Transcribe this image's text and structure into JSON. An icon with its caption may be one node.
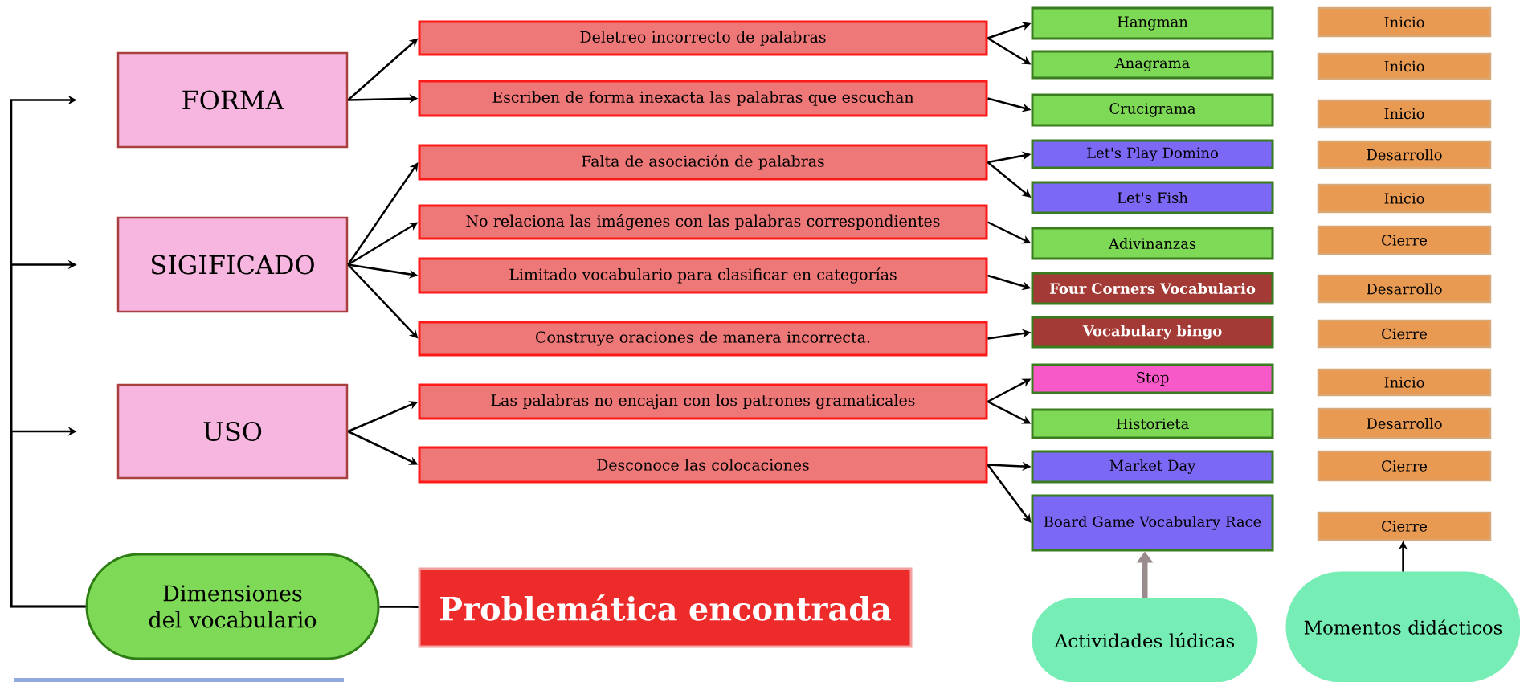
{
  "diagram": {
    "nodes": [
      {
        "text": [
          "FORMA"
        ]
      },
      {
        "text": [
          "SIGIFICADO"
        ]
      },
      {
        "text": [
          "USO"
        ]
      },
      {
        "text": [
          "Dimensiones del vocabulario"
        ]
      },
      {
        "text": [
          "Deletreo incorrecto de palabras"
        ]
      },
      {
        "text": [
          "Escriben de forma inexacta las palabras que escuchan"
        ]
      },
      {
        "text": [
          "Falta de asociación de palabras"
        ]
      },
      {
        "text": [
          "No relaciona las imágenes con las palabras correspondientes"
        ]
      },
      {
        "text": [
          "Limitado vocabulario para clasificar en categorías"
        ]
      },
      {
        "text": [
          "Construye oraciones de manera incorrecta."
        ]
      },
      {
        "text": [
          "Las palabras no encajan con los patrones gramaticales"
        ]
      },
      {
        "text": [
          "Desconoce las colocaciones"
        ]
      },
      {
        "text": [
          "Problemática encontrada"
        ]
      },
      {
        "text": [
          "Hangman"
        ]
      },
      {
        "text": [
          "Anagrama"
        ]
      },
      {
        "text": [
          "Crucigrama"
        ]
      },
      {
        "text": [
          "Let's Play Domino"
        ]
      },
      {
        "text": [
          "Let's Fish"
        ]
      },
      {
        "text": [
          "Adivinanzas"
        ]
      },
      {
        "text": [
          "Four Corners Vocabulario"
        ]
      },
      {
        "text": [
          "Vocabulary bingo"
        ]
      },
      {
        "text": [
          "Stop"
        ]
      },
      {
        "text": [
          "Historieta"
        ]
      },
      {
        "text": [
          "Market Day"
        ]
      },
      {
        "text": [
          "Board Game Vocabulary Race"
        ]
      },
      {
        "text": [
          "Inicio"
        ]
      },
      {
        "text": [
          "Inicio"
        ]
      },
      {
        "text": [
          "Inicio"
        ]
      },
      {
        "text": [
          "Desarrollo"
        ]
      },
      {
        "text": [
          "Inicio"
        ]
      },
      {
        "text": [
          "Cierre"
        ]
      },
      {
        "text": [
          "Desarrollo"
        ]
      },
      {
        "text": [
          "Cierre"
        ]
      },
      {
        "text": [
          "Inicio"
        ]
      },
      {
        "text": [
          "Desarrollo"
        ]
      },
      {
        "text": [
          "Cierre"
        ]
      },
      {
        "text": [
          "Cierre"
        ]
      },
      {
        "text": [
          "Actividades lúdicas"
        ]
      },
      {
        "text": [
          "Momentos didácticos"
        ]
      }
    ],
    "edges": [
      {
        "from": 3,
        "to": 0,
        "arrow": "to"
      },
      {
        "from": 3,
        "to": 1,
        "arrow": "to"
      },
      {
        "from": 3,
        "to": 2,
        "arrow": "to"
      },
      {
        "from": 3,
        "to": 12,
        "arrow": "none"
      },
      {
        "from": 0,
        "to": 4,
        "arrow": "to"
      },
      {
        "from": 0,
        "to": 5,
        "arrow": "to"
      },
      {
        "from": 1,
        "to": 6,
        "arrow": "to"
      },
      {
        "from": 1,
        "to": 7,
        "arrow": "to"
      },
      {
        "from": 1,
        "to": 8,
        "arrow": "to"
      },
      {
        "from": 1,
        "to": 9,
        "arrow": "to"
      },
      {
        "from": 2,
        "to": 10,
        "arrow": "to"
      },
      {
        "from": 2,
        "to": 11,
        "arrow": "to"
      },
      {
        "from": 4,
        "to": 13,
        "arrow": "to"
      },
      {
        "from": 4,
        "to": 14,
        "arrow": "to"
      },
      {
        "from": 5,
        "to": 15,
        "arrow": "to"
      },
      {
        "from": 6,
        "to": 16,
        "arrow": "to"
      },
      {
        "from": 6,
        "to": 17,
        "arrow": "to"
      },
      {
        "from": 7,
        "to": 18,
        "arrow": "to"
      },
      {
        "from": 8,
        "to": 19,
        "arrow": "to"
      },
      {
        "from": 9,
        "to": 20,
        "arrow": "to"
      },
      {
        "from": 10,
        "to": 21,
        "arrow": "to"
      },
      {
        "from": 10,
        "to": 22,
        "arrow": "to"
      },
      {
        "from": 11,
        "to": 23,
        "arrow": "to"
      },
      {
        "from": 11,
        "to": 24,
        "arrow": "to"
      },
      {
        "from": 37,
        "to": 24,
        "arrow": "to",
        "style": "thick",
        "color": "#9a8c8c"
      },
      {
        "from": 38,
        "to": 36,
        "arrow": "to"
      }
    ]
  }
}
